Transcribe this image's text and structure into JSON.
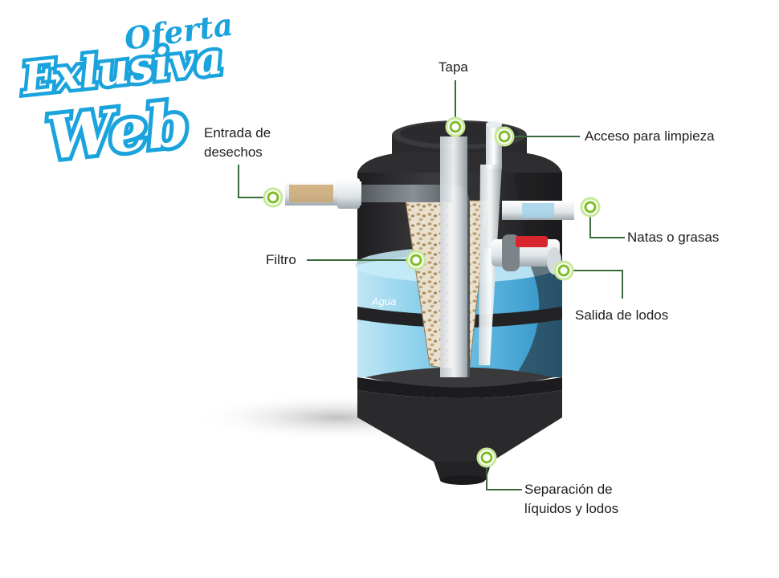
{
  "promo_badge": {
    "line1": "Oferta",
    "line2": "Exlusiva",
    "line3": "Web"
  },
  "diagram": {
    "water_label": "Agua",
    "callouts": {
      "tapa": "Tapa",
      "acceso": "Acceso para limpieza",
      "entrada_1": "Entrada de",
      "entrada_2": "desechos",
      "natas": "Natas o grasas",
      "filtro": "Filtro",
      "salida": "Salida de lodos",
      "separacion_1": "Separación de",
      "separacion_2": "líquidos y lodos"
    }
  },
  "colors": {
    "badge_blue": "#1aa3dc",
    "tank_dark": "#2f2f31",
    "water_blue": "#8fd0ea",
    "leader_green": "#3a6b3a",
    "marker_green": "#9acd32",
    "valve_red": "#d8262e"
  }
}
